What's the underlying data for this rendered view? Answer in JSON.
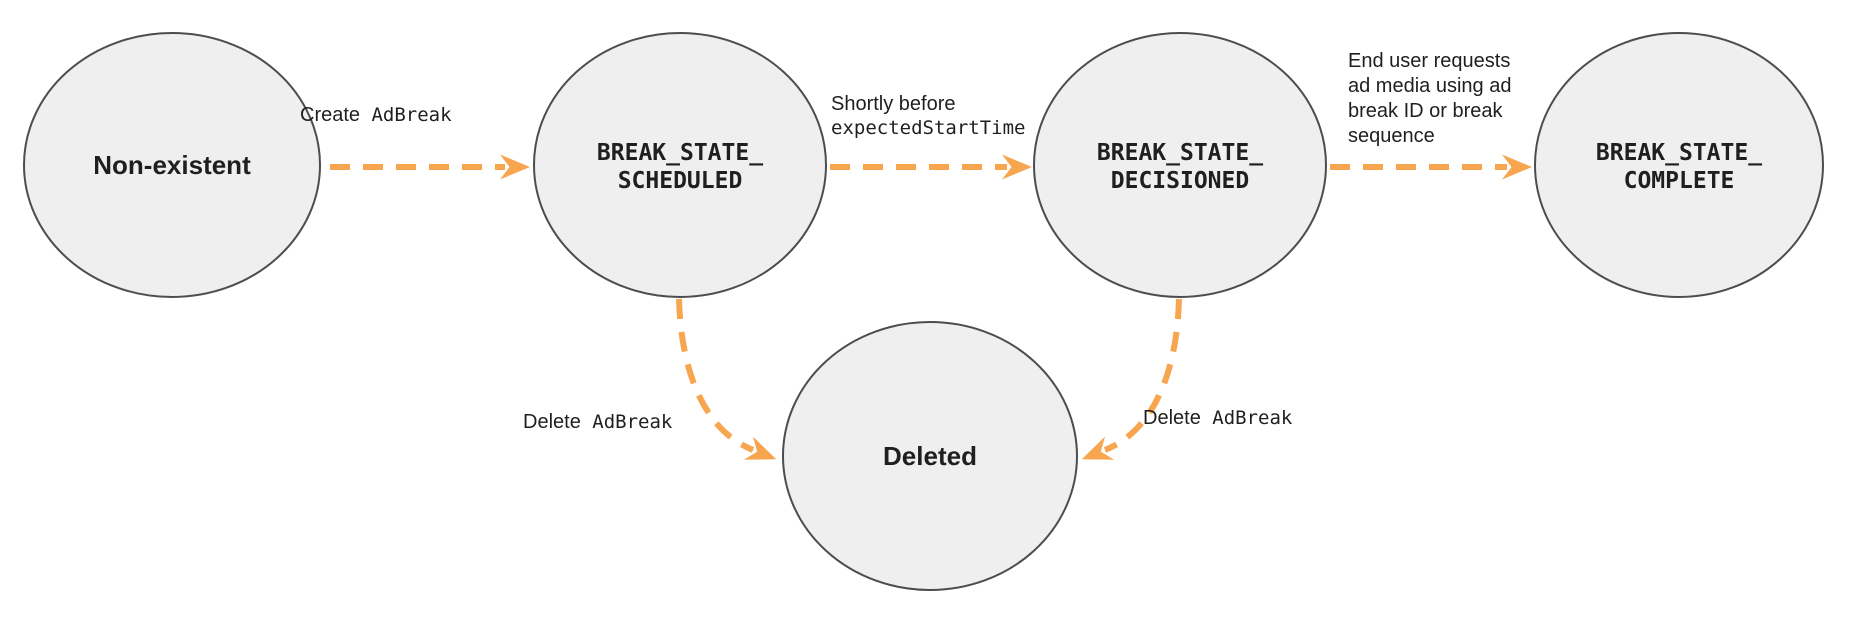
{
  "diagram": {
    "colors": {
      "accent": "#F7A64F",
      "node_fill": "#EFEFEF",
      "node_stroke": "#4D4D4D",
      "text": "#1F1F1F",
      "background": "#FFFFFF"
    },
    "nodes": {
      "non_existent": {
        "label": "Non-existent"
      },
      "scheduled": {
        "line1": "BREAK_STATE_",
        "line2": "SCHEDULED"
      },
      "decisioned": {
        "line1": "BREAK_STATE_",
        "line2": "DECISIONED"
      },
      "complete": {
        "line1": "BREAK_STATE_",
        "line2": "COMPLETE"
      },
      "deleted": {
        "label": "Deleted"
      }
    },
    "transitions": {
      "create": {
        "plain": "Create",
        "code": "AdBreak"
      },
      "shortly_before": {
        "plain": "Shortly before",
        "code": "expectedStartTime"
      },
      "end_user": {
        "lines": [
          "End user requests",
          "ad media using ad",
          "break ID or break",
          "sequence"
        ]
      },
      "delete_left": {
        "plain": "Delete",
        "code": "AdBreak"
      },
      "delete_right": {
        "plain": "Delete",
        "code": "AdBreak"
      }
    }
  }
}
